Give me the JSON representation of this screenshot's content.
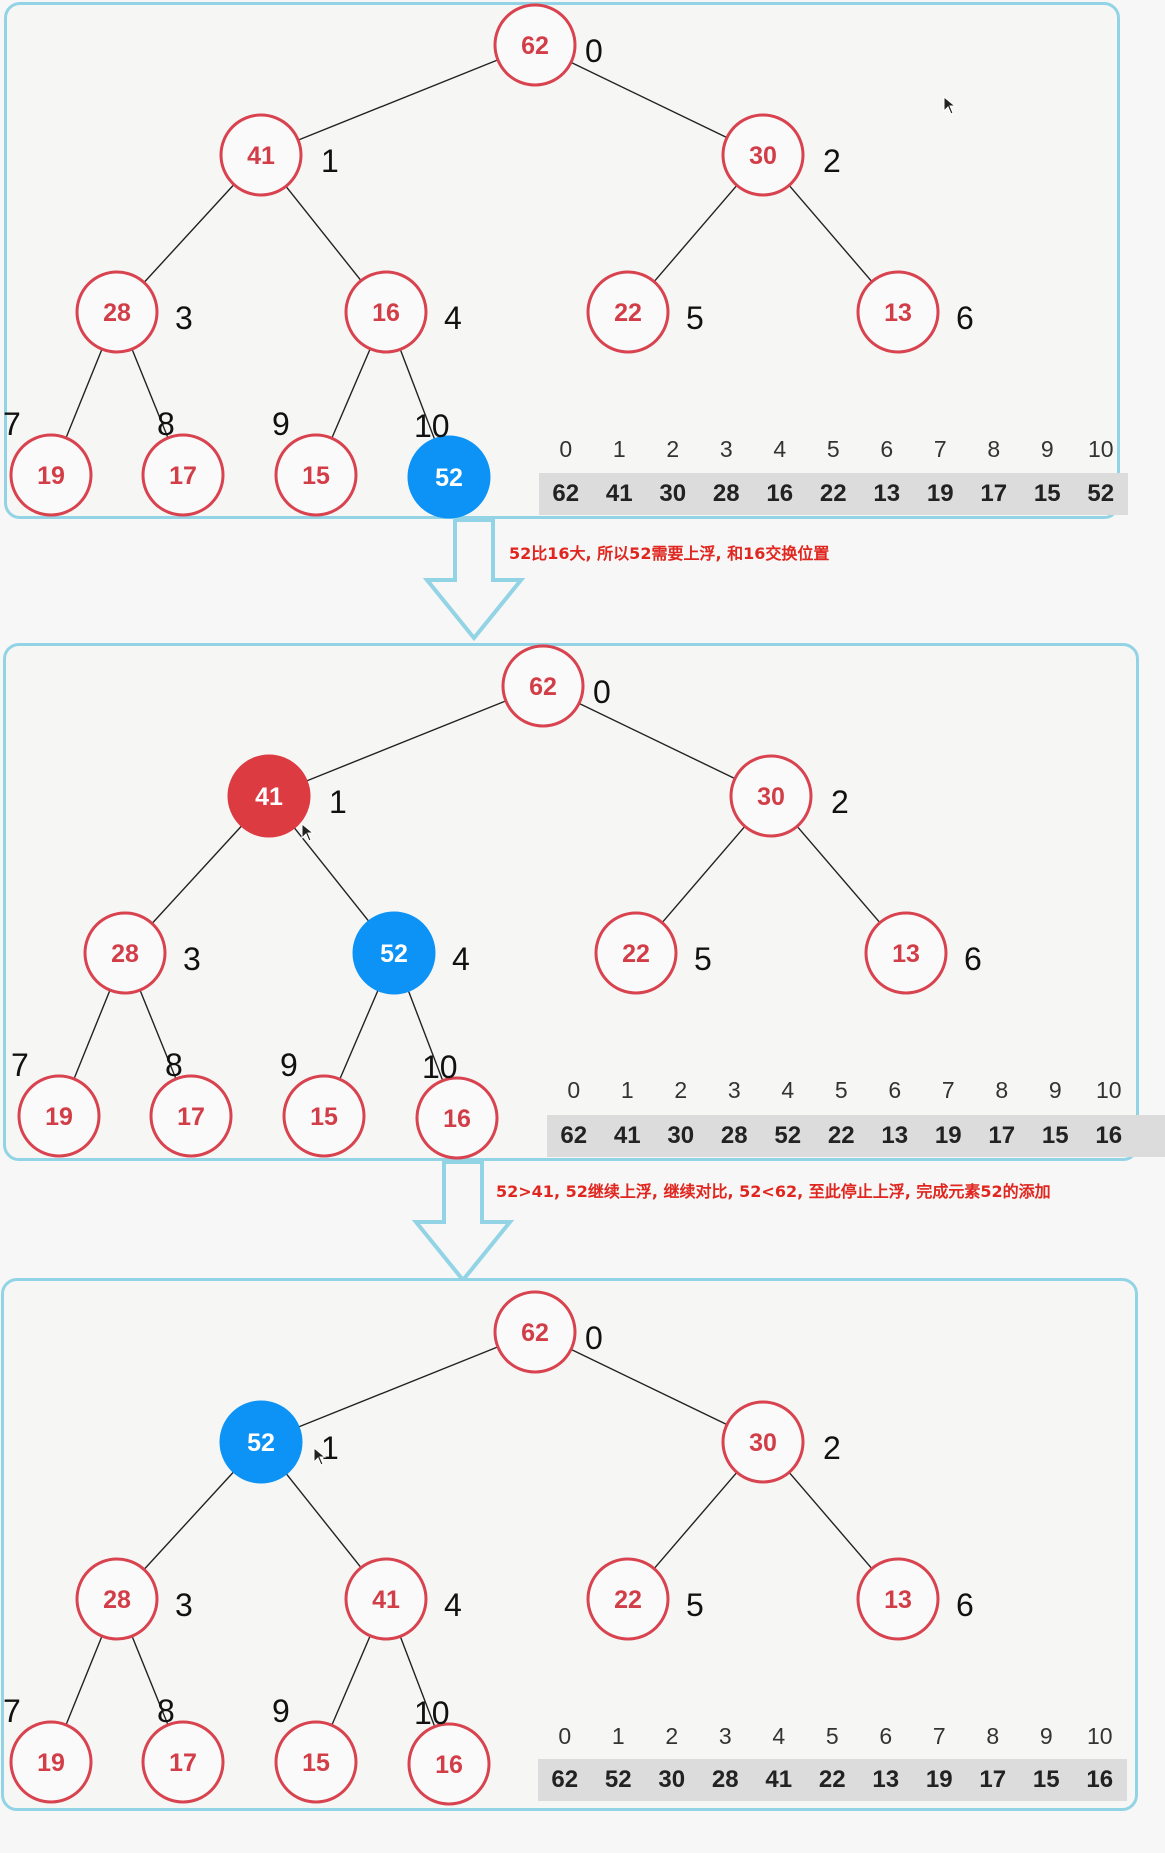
{
  "panels": [
    {
      "nodes": [
        {
          "value": "62",
          "index": "0",
          "style": "normal"
        },
        {
          "value": "41",
          "index": "1",
          "style": "normal"
        },
        {
          "value": "30",
          "index": "2",
          "style": "normal"
        },
        {
          "value": "28",
          "index": "3",
          "style": "normal"
        },
        {
          "value": "16",
          "index": "4",
          "style": "normal"
        },
        {
          "value": "22",
          "index": "5",
          "style": "normal"
        },
        {
          "value": "13",
          "index": "6",
          "style": "normal"
        },
        {
          "value": "19",
          "index": "7",
          "style": "normal"
        },
        {
          "value": "17",
          "index": "8",
          "style": "normal"
        },
        {
          "value": "15",
          "index": "9",
          "style": "normal"
        },
        {
          "value": "52",
          "index": "10",
          "style": "blue"
        }
      ],
      "array_indices": [
        "0",
        "1",
        "2",
        "3",
        "4",
        "5",
        "6",
        "7",
        "8",
        "9",
        "10"
      ],
      "array_values": [
        "62",
        "41",
        "30",
        "28",
        "16",
        "22",
        "13",
        "19",
        "17",
        "15",
        "52"
      ]
    },
    {
      "nodes": [
        {
          "value": "62",
          "index": "0",
          "style": "normal"
        },
        {
          "value": "41",
          "index": "1",
          "style": "red"
        },
        {
          "value": "30",
          "index": "2",
          "style": "normal"
        },
        {
          "value": "28",
          "index": "3",
          "style": "normal"
        },
        {
          "value": "52",
          "index": "4",
          "style": "blue"
        },
        {
          "value": "22",
          "index": "5",
          "style": "normal"
        },
        {
          "value": "13",
          "index": "6",
          "style": "normal"
        },
        {
          "value": "19",
          "index": "7",
          "style": "normal"
        },
        {
          "value": "17",
          "index": "8",
          "style": "normal"
        },
        {
          "value": "15",
          "index": "9",
          "style": "normal"
        },
        {
          "value": "16",
          "index": "10",
          "style": "normal"
        }
      ],
      "array_indices": [
        "0",
        "1",
        "2",
        "3",
        "4",
        "5",
        "6",
        "7",
        "8",
        "9",
        "10"
      ],
      "array_values": [
        "62",
        "41",
        "30",
        "28",
        "52",
        "22",
        "13",
        "19",
        "17",
        "15",
        "16"
      ]
    },
    {
      "nodes": [
        {
          "value": "62",
          "index": "0",
          "style": "normal"
        },
        {
          "value": "52",
          "index": "1",
          "style": "blue"
        },
        {
          "value": "30",
          "index": "2",
          "style": "normal"
        },
        {
          "value": "28",
          "index": "3",
          "style": "normal"
        },
        {
          "value": "41",
          "index": "4",
          "style": "normal"
        },
        {
          "value": "22",
          "index": "5",
          "style": "normal"
        },
        {
          "value": "13",
          "index": "6",
          "style": "normal"
        },
        {
          "value": "19",
          "index": "7",
          "style": "normal"
        },
        {
          "value": "17",
          "index": "8",
          "style": "normal"
        },
        {
          "value": "15",
          "index": "9",
          "style": "normal"
        },
        {
          "value": "16",
          "index": "10",
          "style": "normal"
        }
      ],
      "array_indices": [
        "0",
        "1",
        "2",
        "3",
        "4",
        "5",
        "6",
        "7",
        "8",
        "9",
        "10"
      ],
      "array_values": [
        "62",
        "52",
        "30",
        "28",
        "41",
        "22",
        "13",
        "19",
        "17",
        "15",
        "16"
      ]
    }
  ],
  "captions": {
    "step1": "52比16大, 所以52需要上浮, 和16交换位置",
    "step2": "52>41, 52继续上浮, 继续对比, 52<62, 至此停止上浮, 完成元素52的添加"
  },
  "colors": {
    "node_border": "#d8434f",
    "highlight_blue": "#0d93f5",
    "highlight_red": "#dd3b42",
    "panel_border": "#93d3e6",
    "caption": "#e0261f"
  }
}
